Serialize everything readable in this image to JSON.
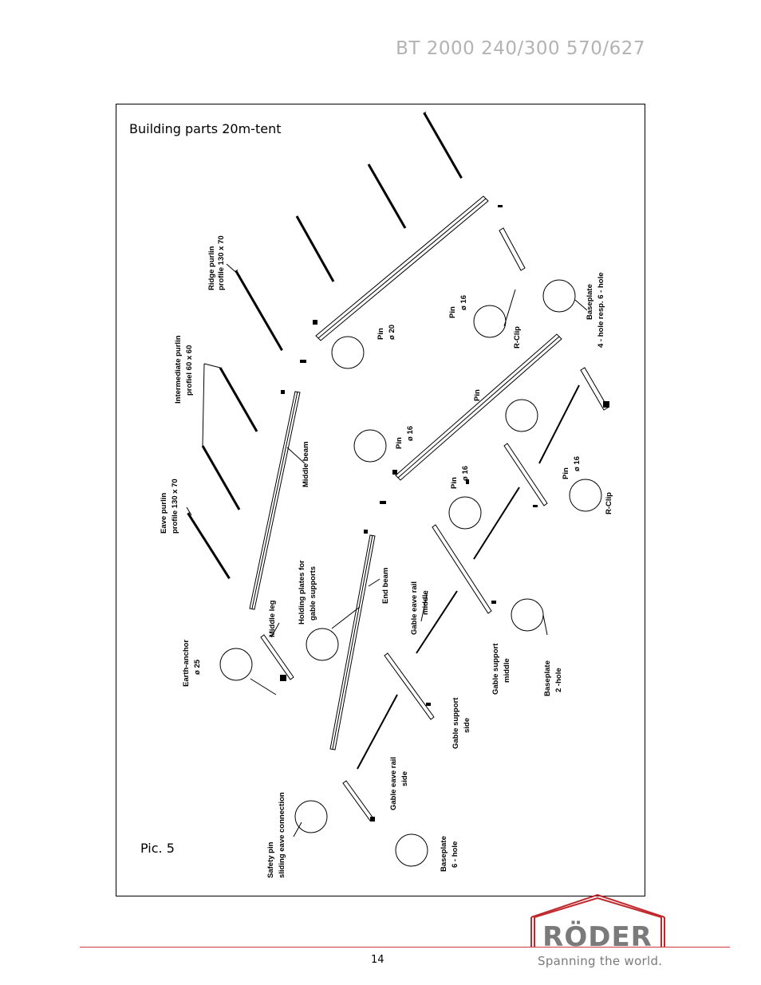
{
  "header": {
    "title": "BT 2000 240/300 570/627"
  },
  "figure": {
    "title": "Building parts 20m-tent",
    "caption": "Pic. 5",
    "labels": {
      "ridge_purlin": [
        "Ridge purlin",
        "profile 130 x 70"
      ],
      "intermediate_purlin": [
        "Intermediate purlin",
        "profiel 60 x 60"
      ],
      "eave_purlin": [
        "Eave purlin",
        "profile 130 x 70"
      ],
      "middle_beam": [
        "Middle beam"
      ],
      "end_beam": [
        "End beam"
      ],
      "middle_leg": [
        "Middle leg"
      ],
      "earth_anchor": [
        "Earth-anchor",
        "ø 25"
      ],
      "holding_plates": [
        "Holding plates for",
        "gable supports"
      ],
      "safety_pin": [
        "Safety pin",
        "sliding eave connection"
      ],
      "gable_eave_rail_middle": [
        "Gable eave rail",
        "middle"
      ],
      "gable_eave_rail_side": [
        "Gable eave rail",
        "side"
      ],
      "gable_support_side": [
        "Gable support",
        "side"
      ],
      "gable_support_middle": [
        "Gable support",
        "middle"
      ],
      "baseplate_2": [
        "Baseplate",
        "2 -hole"
      ],
      "baseplate_6": [
        "Baseplate",
        "6 - hole"
      ],
      "baseplate_4": [
        "Baseplate",
        "4 - hole resp. 6 - hole"
      ],
      "pin_20": [
        "Pin",
        "ø 20"
      ],
      "pin_16_a": [
        "Pin",
        "ø 16"
      ],
      "pin_16_b": [
        "Pin",
        "ø 16"
      ],
      "pin_16_c": [
        "Pin",
        "ø 16"
      ],
      "pin_16_d": [
        "Pin",
        "ø 16"
      ],
      "pin_plain": [
        "Pin"
      ],
      "r_clip_a": [
        "R-Clip"
      ],
      "r_clip_b": [
        "R-Clip"
      ]
    }
  },
  "footer": {
    "page_number": "14",
    "brand": "RÖDER",
    "tagline": "Spanning the world.",
    "brand_color": "#c0282d"
  }
}
